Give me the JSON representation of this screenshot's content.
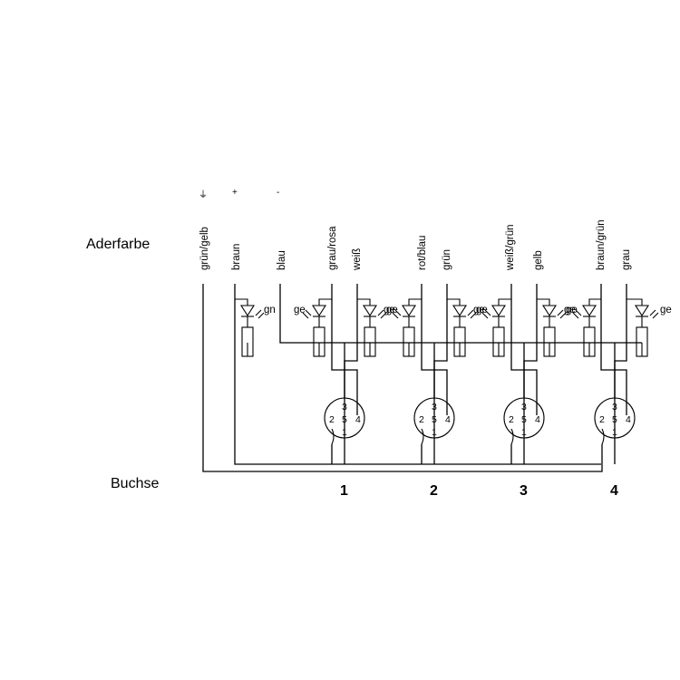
{
  "labels": {
    "aderfarbe": "Aderfarbe",
    "buchse": "Buchse"
  },
  "symbols": {
    "earth": "⏚",
    "plus": "+",
    "minus": "-"
  },
  "wires": [
    "grün/gelb",
    "braun",
    "blau",
    "grau/rosa",
    "weiß",
    "rot/blau",
    "grün",
    "weiß/grün",
    "gelb",
    "braun/grün",
    "grau"
  ],
  "leds": [
    "gn",
    "ge",
    "ge",
    "ge",
    "ge",
    "ge",
    "ge",
    "ge"
  ],
  "pins": [
    "1",
    "2",
    "3",
    "4",
    "5"
  ],
  "sockets": [
    "1",
    "2",
    "3",
    "4"
  ]
}
